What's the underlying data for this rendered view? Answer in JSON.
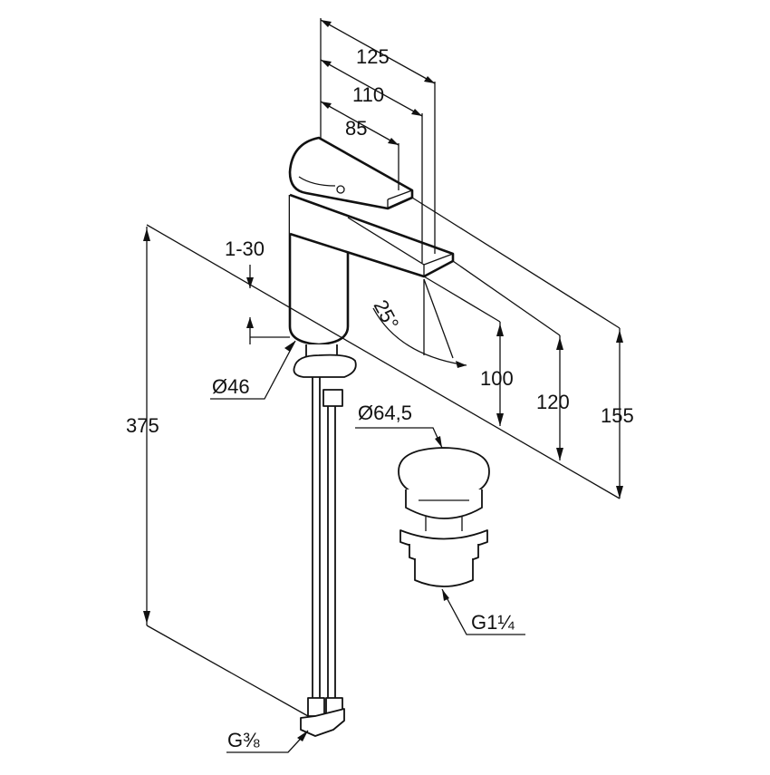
{
  "dimensions": {
    "width_125": "125",
    "width_110": "110",
    "width_85": "85",
    "thickness": "1-30",
    "hole_diameter": "Ø46",
    "angle": "25°",
    "height_100": "100",
    "height_120": "120",
    "height_155": "155",
    "total_height": "375",
    "waste_diameter": "Ø64,5",
    "waste_thread": "G1¼",
    "hose_thread": "G⅜"
  },
  "colors": {
    "line": "#111111",
    "background": "#ffffff"
  }
}
